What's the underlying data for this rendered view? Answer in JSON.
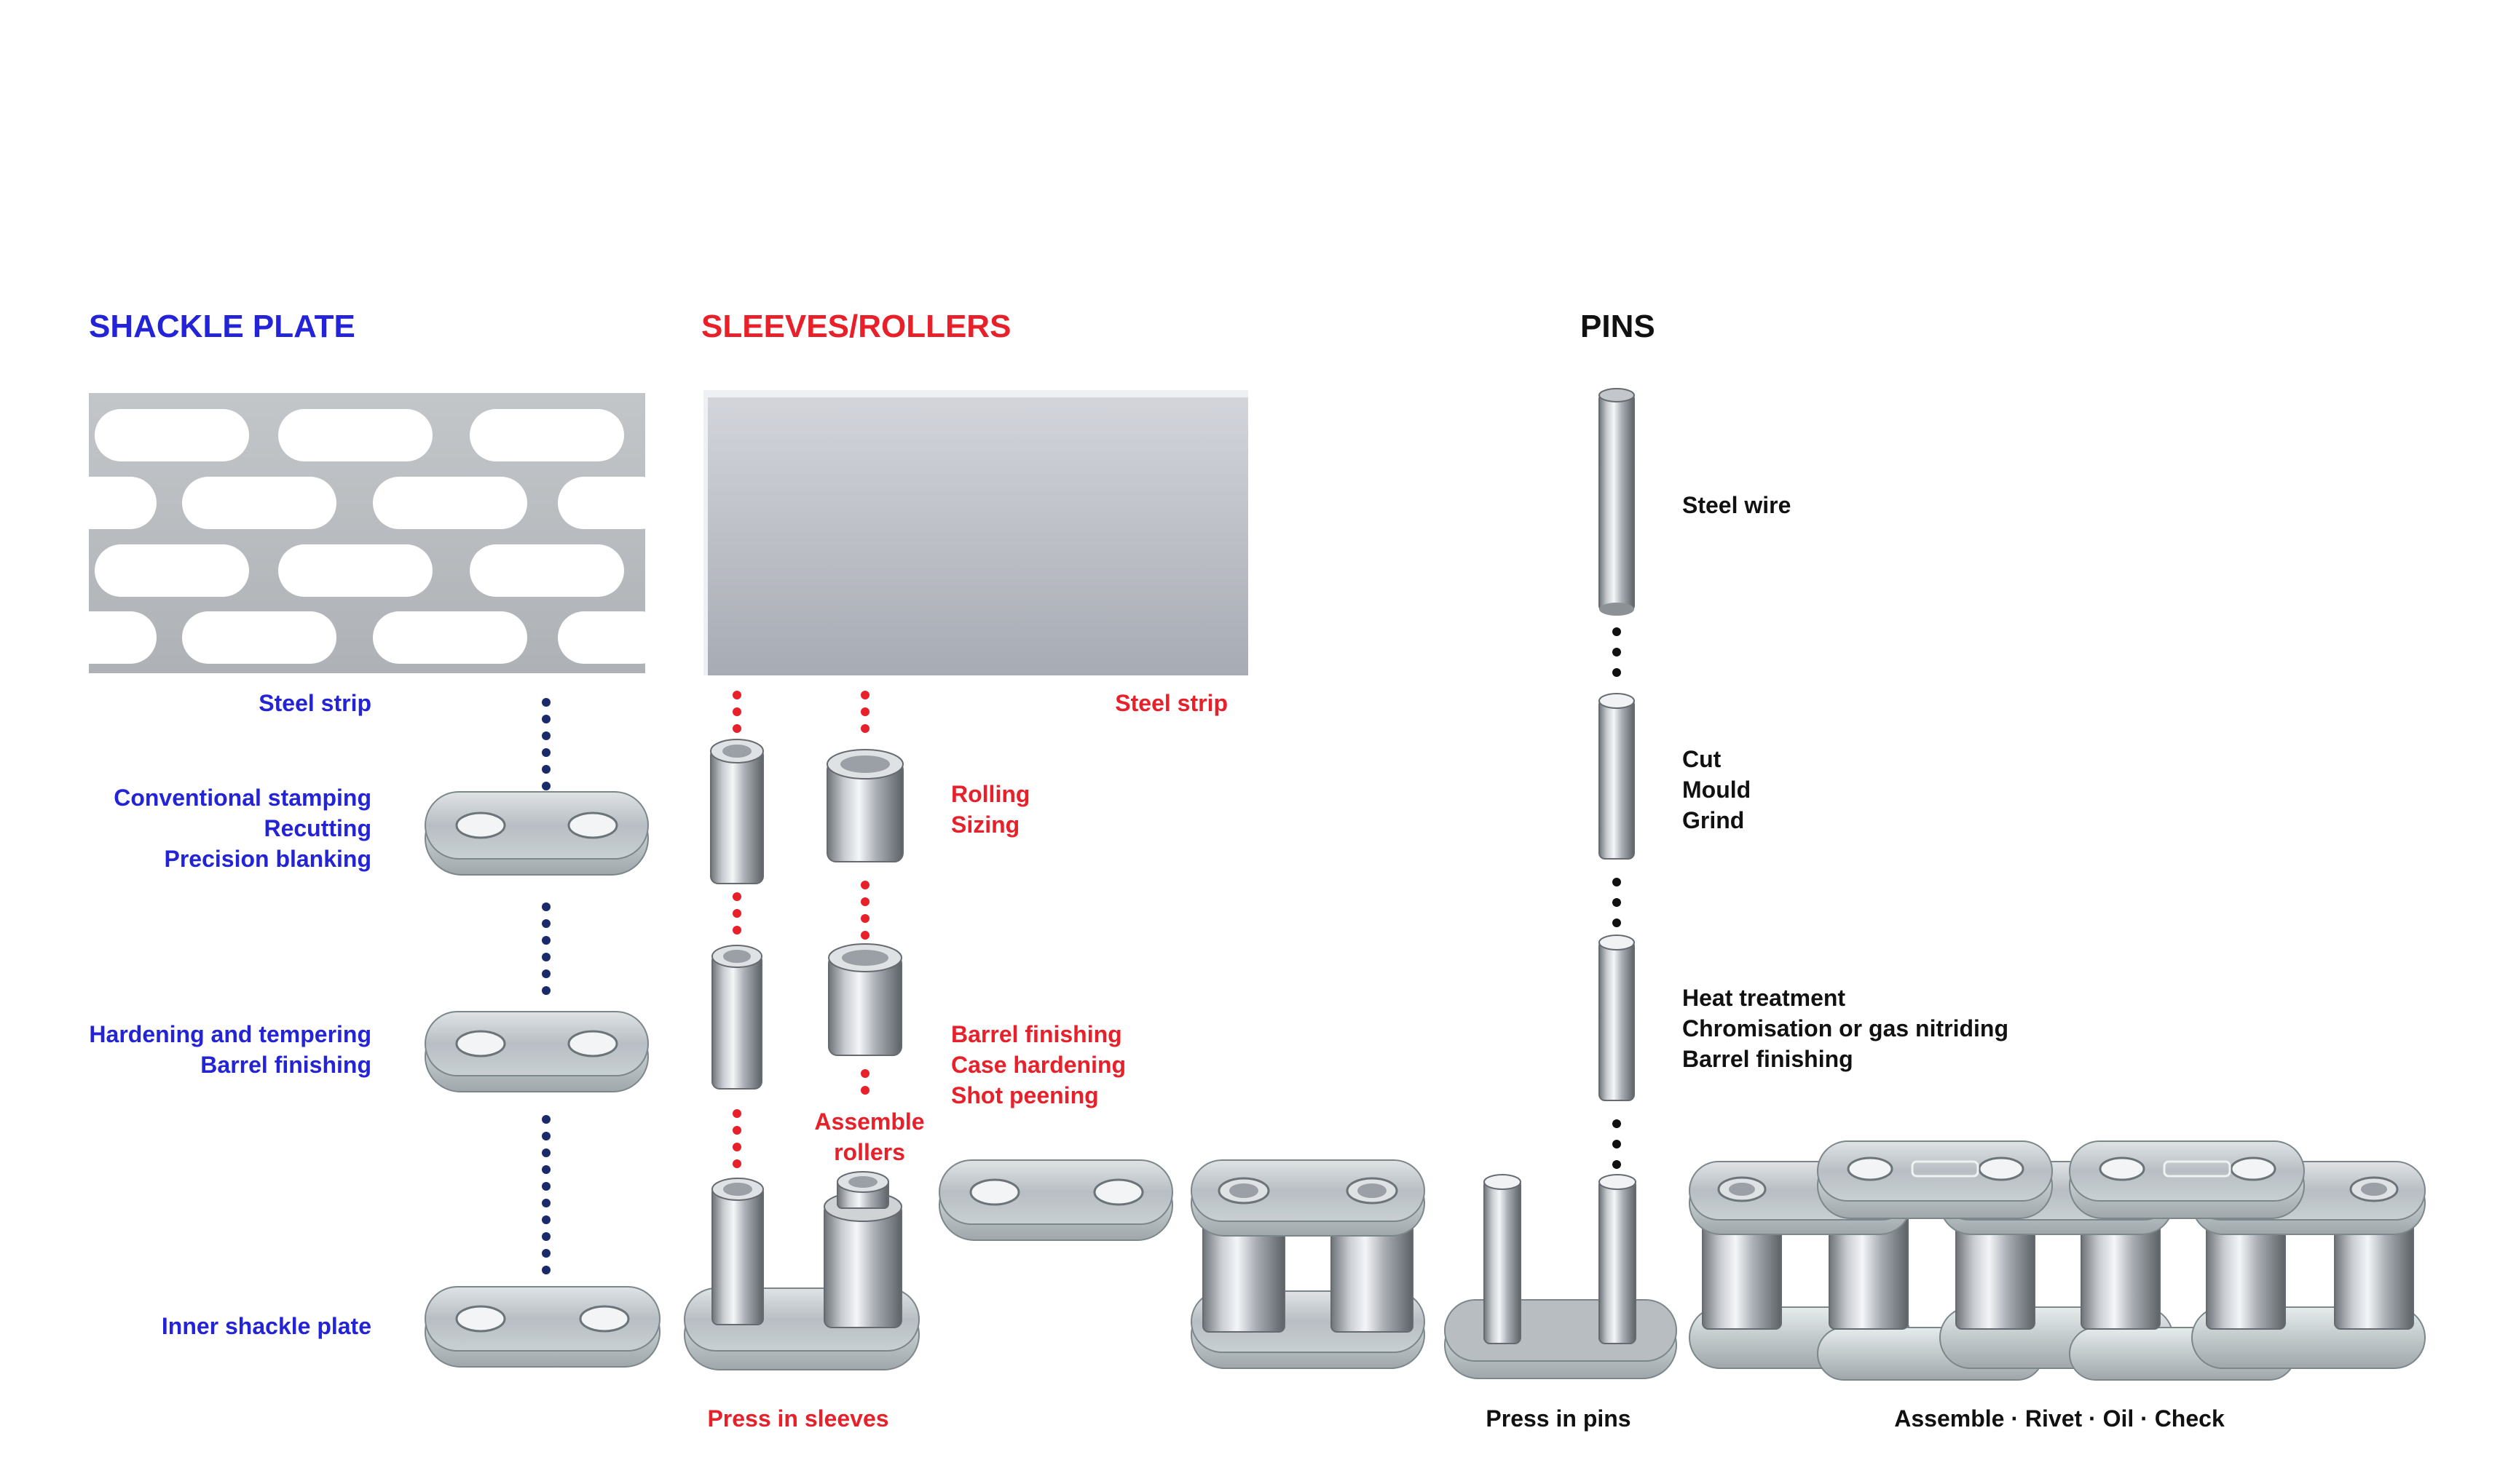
{
  "headers": {
    "shackle_plate": "SHACKLE PLATE",
    "sleeves_rollers": "SLEEVES/ROLLERS",
    "pins": "PINS"
  },
  "shackle": {
    "steel_strip": "Steel strip",
    "stamping": [
      "Conventional stamping",
      "Recutting",
      "Precision blanking"
    ],
    "hardening": [
      "Hardening and tempering",
      "Barrel finishing"
    ],
    "inner_plate": "Inner shackle plate"
  },
  "sleeves": {
    "steel_strip": "Steel strip",
    "rolling": [
      "Rolling",
      "Sizing"
    ],
    "finishing": [
      "Barrel finishing",
      "Case hardening",
      "Shot peening"
    ],
    "assemble": [
      "Assemble",
      "rollers"
    ],
    "press": "Press in sleeves"
  },
  "pins": {
    "wire": "Steel wire",
    "cut": [
      "Cut",
      "Mould",
      "Grind"
    ],
    "heat": [
      "Heat treatment",
      "Chromisation or gas nitriding",
      "Barrel finishing"
    ],
    "press": "Press in pins"
  },
  "final": {
    "assemble": "Assemble · Rivet · Oil · Check"
  },
  "colors": {
    "shackle": "#2323d8",
    "sleeves": "#e8202a",
    "pins": "#111111",
    "dots_shackle": "#1b2a6b",
    "dots_sleeves": "#e8202a",
    "dots_pins": "#111111"
  }
}
